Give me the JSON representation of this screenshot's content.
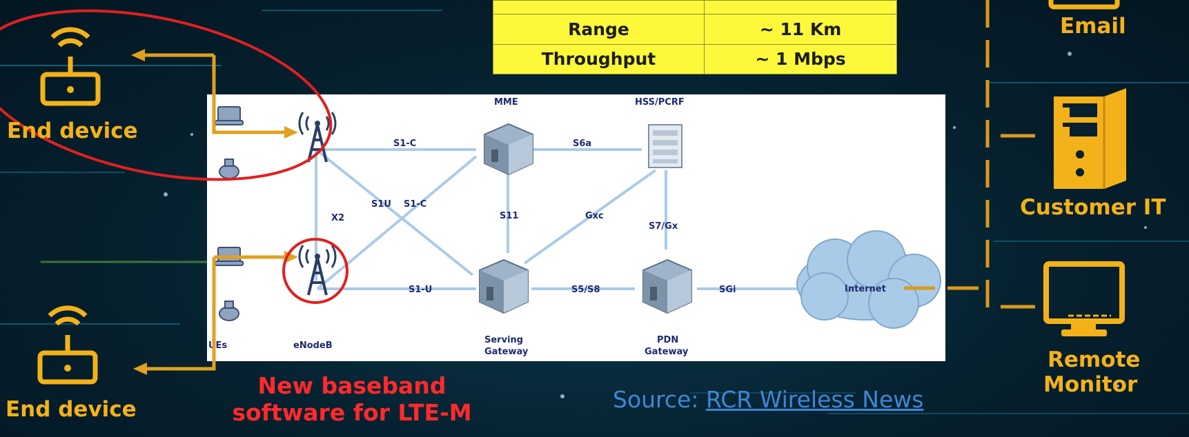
{
  "specs_table": {
    "rows": [
      {
        "label": "Range",
        "value": "~ 11 Km"
      },
      {
        "label": "Throughput",
        "value": "~ 1 Mbps"
      }
    ]
  },
  "left_devices": {
    "top_label": "End device",
    "bottom_label": "End device"
  },
  "right_panel": {
    "email_label": "Email",
    "customer_it_label": "Customer IT",
    "remote_monitor_line1": "Remote",
    "remote_monitor_line2": "Monitor"
  },
  "diagram": {
    "nodes": {
      "mme": "MME",
      "hss": "HSS/PCRF",
      "serving_gw_1": "Serving",
      "serving_gw_2": "Gateway",
      "pdn_gw_1": "PDN",
      "pdn_gw_2": "Gateway",
      "internet": "Internet",
      "ues": "UEs",
      "enodeb": "eNodeB"
    },
    "interfaces": {
      "s1c_top": "S1-C",
      "s6a": "S6a",
      "s1u_mid": "S1U",
      "s1c_mid": "S1-C",
      "s11": "S11",
      "gxc": "Gxc",
      "s7gx": "S7/Gx",
      "x2": "X2",
      "s1u_bottom": "S1-U",
      "s5s8": "S5/S8",
      "sgi": "SGi"
    }
  },
  "annotation": {
    "line1": "New baseband",
    "line2": "software for LTE-M"
  },
  "source": {
    "prefix": "Source: ",
    "link_text": "RCR Wireless News"
  },
  "colors": {
    "accent_orange": "#f3b21a",
    "highlight_red": "#ff2a2a",
    "table_yellow": "#fdf93a",
    "link_blue": "#3f86d6",
    "link_lines": "#a9cbe8"
  }
}
